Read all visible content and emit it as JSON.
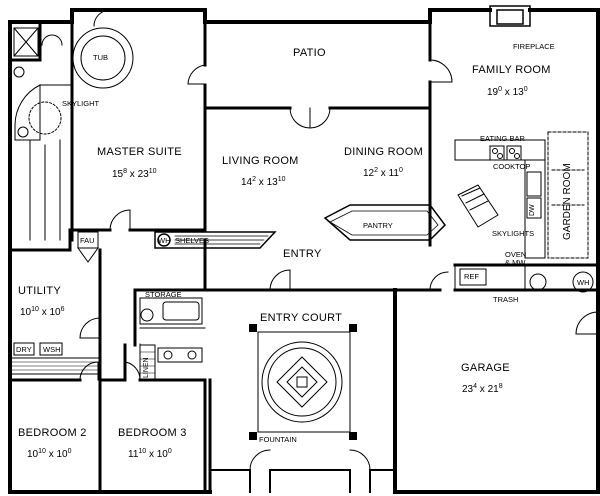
{
  "rooms": {
    "patio": {
      "name": "PATIO"
    },
    "family_room": {
      "name": "FAMILY ROOM",
      "w": "19",
      "w_in": "0",
      "d": "13",
      "d_in": "0"
    },
    "master_suite": {
      "name": "MASTER SUITE",
      "w": "15",
      "w_in": "8",
      "d": "23",
      "d_in": "10"
    },
    "living_room": {
      "name": "LIVING ROOM",
      "w": "14",
      "w_in": "2",
      "d": "13",
      "d_in": "10"
    },
    "dining_room": {
      "name": "DINING ROOM",
      "w": "12",
      "w_in": "2",
      "d": "11",
      "d_in": "0"
    },
    "entry": {
      "name": "ENTRY"
    },
    "utility": {
      "name": "UTILITY",
      "w": "10",
      "w_in": "10",
      "d": "10",
      "d_in": "6"
    },
    "entry_court": {
      "name": "ENTRY COURT"
    },
    "garage": {
      "name": "GARAGE",
      "w": "23",
      "w_in": "4",
      "d": "21",
      "d_in": "8"
    },
    "bedroom2": {
      "name": "BEDROOM 2",
      "w": "10",
      "w_in": "10",
      "d": "10",
      "d_in": "0"
    },
    "bedroom3": {
      "name": "BEDROOM 3",
      "w": "11",
      "w_in": "10",
      "d": "10",
      "d_in": "0"
    },
    "garden_room": {
      "name": "GARDEN ROOM"
    }
  },
  "fixtures": {
    "tub": "TUB",
    "skylight": "SKYLIGHT",
    "fireplace": "FIREPLACE",
    "eating_bar": "EATING BAR",
    "cooktop": "COOKTOP",
    "pantry": "PANTRY",
    "skylights": "SKYLIGHTS",
    "oven": "OVEN",
    "oven_amp": "& MW",
    "ref": "REF",
    "trash": "TRASH",
    "wh": "WH",
    "wh_shelves": "WH",
    "shelves": "SHELVES",
    "fau": "FAU",
    "dry": "DRY",
    "wsh": "WSH",
    "storage": "STORAGE",
    "linen": "LINEN",
    "fountain": "FOUNTAIN",
    "dw": "DW"
  }
}
